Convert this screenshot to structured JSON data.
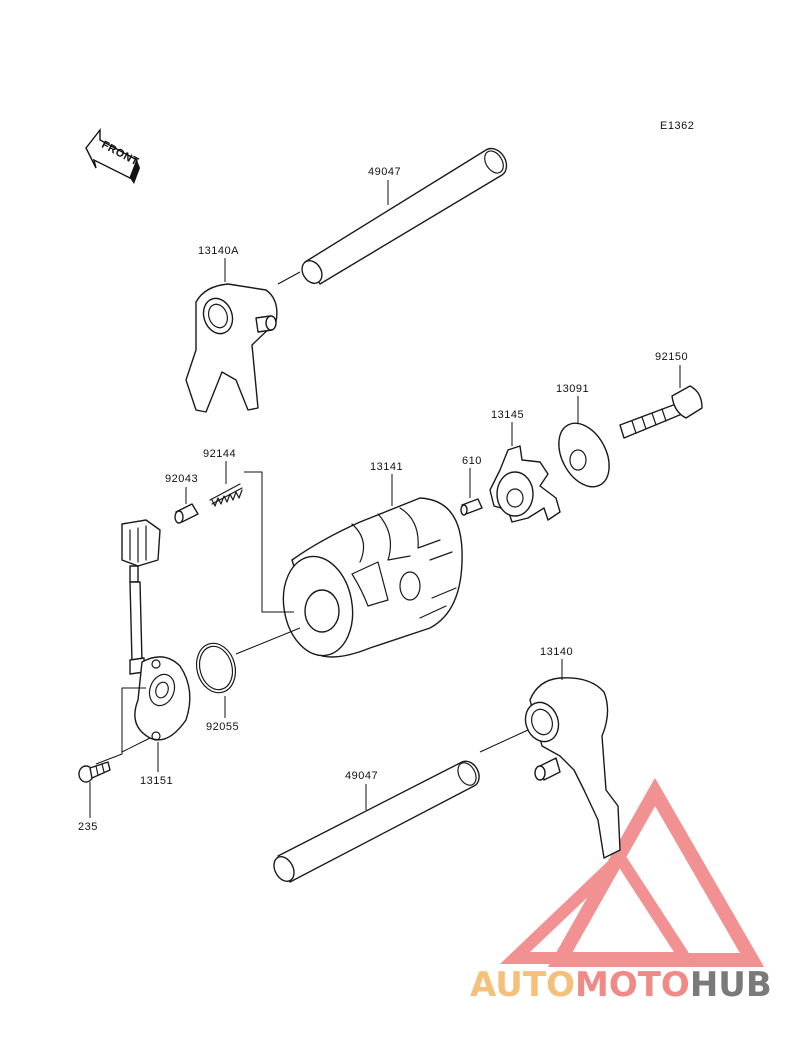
{
  "diagram_code": "E1362",
  "front_label": "FRONT",
  "callouts": {
    "shaft_upper": "49047",
    "fork_upper": "13140A",
    "bolt": "92150",
    "washer": "13091",
    "plate": "13145",
    "pin": "610",
    "drum": "13141",
    "spring": "92144",
    "spring_pin": "92043",
    "oring": "92055",
    "sensor": "13151",
    "screw": "235",
    "fork_lower": "13140",
    "shaft_lower": "49047"
  },
  "watermark": {
    "part1": "AUTO",
    "part2": "MOTO",
    "part3": "HUB",
    "color1": "#f5c079",
    "color2": "#f08a86",
    "color3": "#7a7a7a",
    "logo_color": "#f07e7e"
  }
}
